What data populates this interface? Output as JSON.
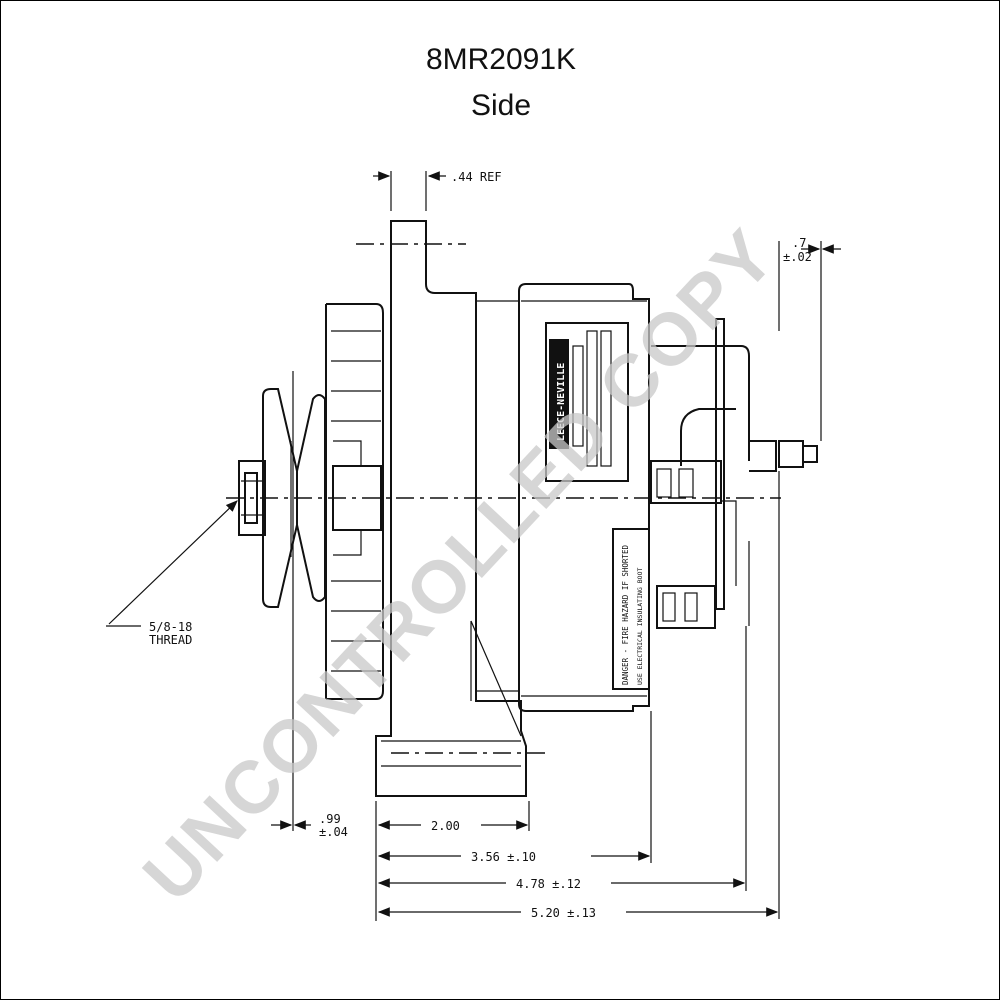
{
  "title": {
    "part_number": "8MR2091K",
    "view": "Side"
  },
  "dimensions": {
    "ref": ".44 REF",
    "top_right_a": ".7",
    "top_right_b": "±.02",
    "thread_a": "5/8-18",
    "thread_b": "THREAD",
    "pulley_a": ".99",
    "pulley_b": "±.04",
    "d1": "2.00",
    "d2": "3.56 ±.10",
    "d3": "4.78 ±.12",
    "d4": "5.20 ±.13"
  },
  "labels": {
    "brand": "LEECE-NEVILLE",
    "danger_a": "DANGER - FIRE HAZARD IF SHORTED",
    "danger_b": "USE ELECTRICAL INSULATING BOOT"
  },
  "watermark": "UNCONTROLLED COPY"
}
